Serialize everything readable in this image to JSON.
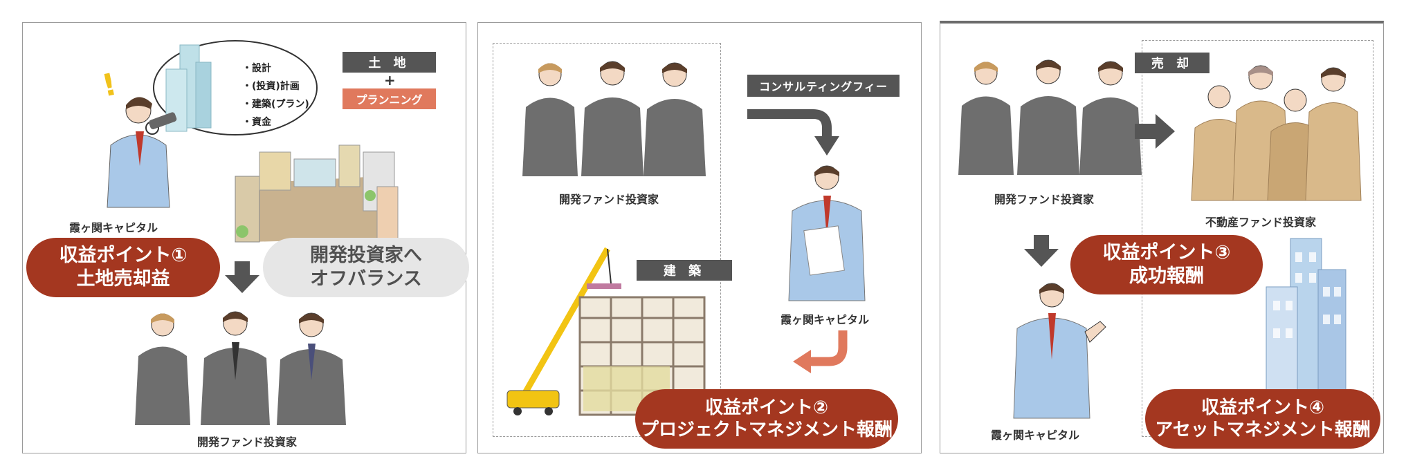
{
  "panel1": {
    "thought_items": [
      "・設計",
      "・(投資)計画",
      "・建築(プラン)",
      "・資金"
    ],
    "tag_land": "土 地",
    "plus": "+",
    "tag_planning": "プランニング",
    "label_kasumigaseki": "霞ヶ関キャピタル",
    "pill1_line1": "収益ポイント①",
    "pill1_line2": "土地売却益",
    "offbalance_line1": "開発投資家へ",
    "offbalance_line2": "オフバランス",
    "label_investors": "開発ファンド投資家",
    "exclaim": "!"
  },
  "panel2": {
    "label_investors": "開発ファンド投資家",
    "tag_consulting": "コンサルティングフィー",
    "tag_construction": "建 築",
    "label_kasumigaseki": "霞ヶ関キャピタル",
    "pill2_line1": "収益ポイント②",
    "pill2_line2": "プロジェクトマネジメント報酬"
  },
  "panel3": {
    "tag_sale": "売 却",
    "label_investors": "開発ファンド投資家",
    "label_realestate": "不動産ファンド投資家",
    "label_kasumigaseki": "霞ヶ関キャピタル",
    "pill3_line1": "収益ポイント③",
    "pill3_line2": "成功報酬",
    "pill4_line1": "収益ポイント④",
    "pill4_line2": "アセットマネジメント報酬"
  },
  "colors": {
    "accent_red": "#a43720",
    "tag_gray": "#555555",
    "tag_orange": "#e0795d",
    "suit_gray": "#6e6e6e",
    "suit_blue": "#a9c8e8",
    "suit_tan": "#d9b98a"
  }
}
